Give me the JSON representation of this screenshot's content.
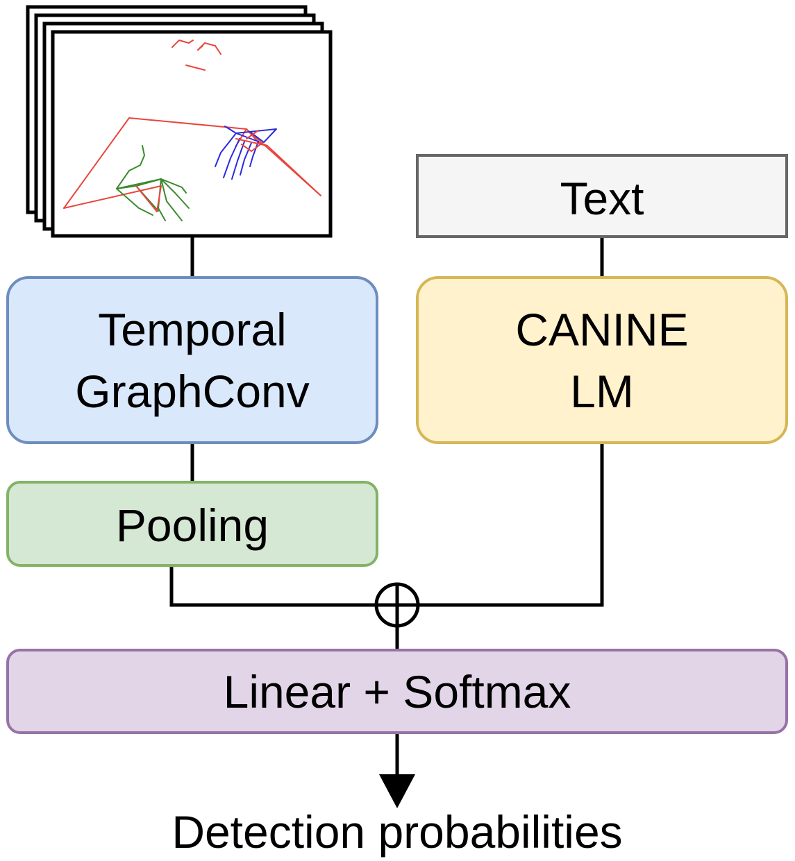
{
  "nodes": {
    "text": {
      "label": "Text"
    },
    "temporal_graphconv": {
      "lines": [
        "Temporal",
        "GraphConv"
      ]
    },
    "canine_lm": {
      "lines": [
        "CANINE",
        "LM"
      ]
    },
    "pooling": {
      "label": "Pooling"
    },
    "linear_softmax": {
      "label": "Linear + Softmax"
    },
    "output": {
      "label": "Detection probabilities"
    }
  },
  "colors": {
    "temporal_fill": "#dae8fc",
    "temporal_stroke": "#6c8ebf",
    "canine_fill": "#fff2cc",
    "canine_stroke": "#d6b656",
    "pooling_fill": "#d5e8d4",
    "pooling_stroke": "#82b366",
    "linear_fill": "#e1d5e7",
    "linear_stroke": "#9673a6",
    "text_fill": "#f5f5f5",
    "text_stroke": "#666666",
    "skeleton_body": "#e8463c",
    "skeleton_left_hand": "#3a8a2e",
    "skeleton_right_hand": "#2a2ae0"
  }
}
